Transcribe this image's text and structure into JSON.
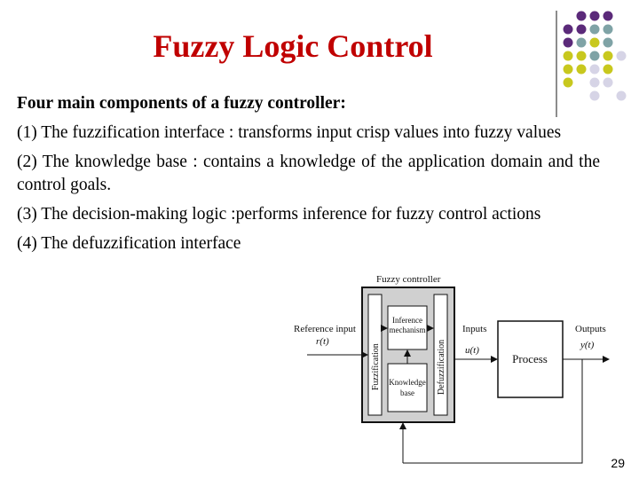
{
  "slide": {
    "title": "Fuzzy Logic Control",
    "heading": "Four main components of a fuzzy controller:",
    "items": [
      "(1) The fuzzification interface : transforms input crisp values into fuzzy values",
      "(2) The knowledge base : contains a knowledge of the application domain and the control goals.",
      "(3) The decision-making logic :performs inference for fuzzy control actions",
      "(4) The defuzzification interface"
    ],
    "page_number": "29"
  },
  "diagram": {
    "controller_label": "Fuzzy controller",
    "fuzzification": "Fuzzification",
    "inference_line1": "Inference",
    "inference_line2": "mechanism",
    "knowledge_line1": "Knowledge",
    "knowledge_line2": "base",
    "defuzzification": "Defuzzification",
    "reference_input": "Reference input",
    "reference_symbol": "r(t)",
    "inputs_label": "Inputs",
    "inputs_symbol": "u(t)",
    "process": "Process",
    "outputs_label": "Outputs",
    "outputs_symbol": "y(t)"
  },
  "colors": {
    "title": "#c00000",
    "dot_purple": "#5b2a7a",
    "dot_teal": "#7fa3a6",
    "dot_yellow": "#c8c81e",
    "dot_lavender": "#d6d4e6"
  }
}
